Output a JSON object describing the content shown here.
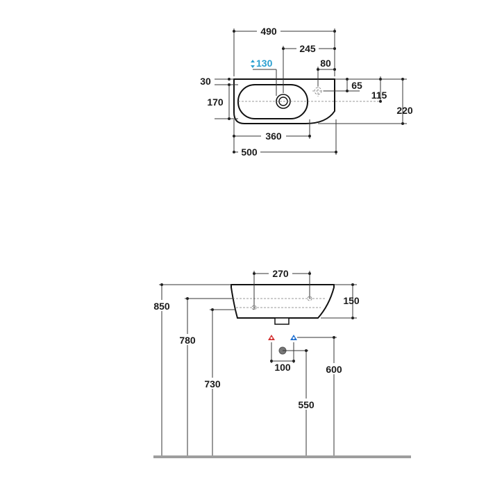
{
  "top_view": {
    "dims": {
      "overall_width": "490",
      "half_width": "245",
      "tap_hole": "130",
      "tap_edge_offset": "80",
      "top_offset": "30",
      "hole_depth_65": "65",
      "depth_115": "115",
      "total_depth": "220",
      "bowl_depth": "170",
      "bowl_width": "360",
      "wall_width": "500"
    }
  },
  "front_view": {
    "dims": {
      "hole_spacing": "270",
      "basin_height": "150",
      "rim_height": "850",
      "bracket_height": "780",
      "drain_height": "730",
      "supply_spacing": "100",
      "supply_height": "600",
      "outlet_height": "550"
    }
  },
  "colors": {
    "line": "#333333",
    "accent": "#2a9fd0",
    "hot_marker": "#d32f2f",
    "cold_marker": "#1e6fd0",
    "floor": "#9e9e9e"
  }
}
